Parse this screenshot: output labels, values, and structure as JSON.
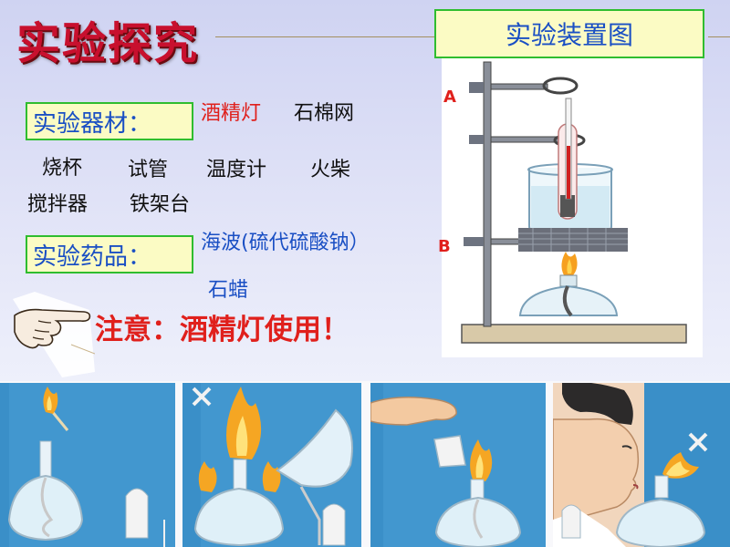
{
  "title": "实验探究",
  "diagram_caption": "实验装置图",
  "materials": {
    "label": "实验器材：",
    "items_line1_red": "酒精灯",
    "items_line1": "石棉网",
    "items_line2": [
      "烧杯",
      "试管",
      "温度计",
      "火柴"
    ],
    "items_line3": [
      "搅拌器",
      "铁架台"
    ]
  },
  "reagents": {
    "label": "实验药品：",
    "item1": "海波(硫代硫酸钠）",
    "item2": "石蜡"
  },
  "notice": "注意：酒精灯使用！",
  "apparatus_labels": {
    "a": "A",
    "b": "B"
  },
  "colors": {
    "title": "#c8102e",
    "label_text": "#1a4fc4",
    "label_bg": "#fbfbc4",
    "label_border": "#2fbd2f",
    "notice": "#e0201c"
  }
}
